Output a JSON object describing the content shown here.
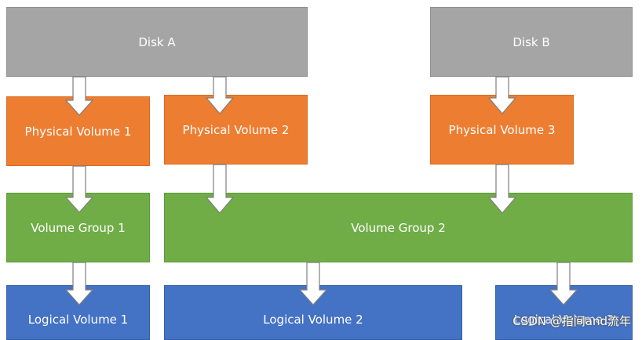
{
  "disks": {
    "a": "Disk A",
    "b": "Disk B"
  },
  "physical_volumes": {
    "pv1": "Physical Volume 1",
    "pv2": "Physical Volume 2",
    "pv3": "Physical Volume 3"
  },
  "volume_groups": {
    "vg1": "Volume Group 1",
    "vg2": "Volume Group 2"
  },
  "logical_volumes": {
    "lv1": "Logical Volume 1",
    "lv2": "Logical Volume 2",
    "lv3": "Logical Volume 3"
  },
  "colors": {
    "disk": "#a5a5a5",
    "physical_volume": "#ed7d31",
    "volume_group": "#70ad47",
    "logical_volume": "#4472c4"
  },
  "watermark": "CSDN @指间and流年"
}
